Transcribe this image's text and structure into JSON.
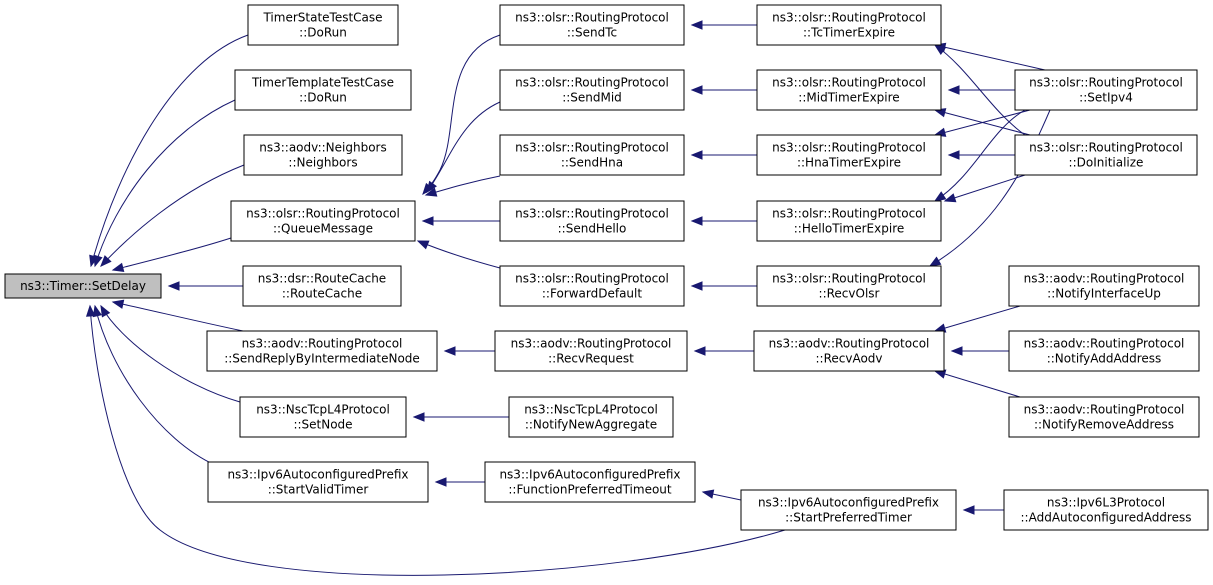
{
  "colors": {
    "edge": "#191970",
    "root_fill": "#bfbfbf",
    "node_fill": "#ffffff",
    "border": "#000000"
  },
  "nodes": {
    "setdelay": [
      "ns3::Timer::SetDelay"
    ],
    "timerstate": [
      "TimerStateTestCase",
      "::DoRun"
    ],
    "timertemplate": [
      "TimerTemplateTestCase",
      "::DoRun"
    ],
    "aodvneighbors": [
      "ns3::aodv::Neighbors",
      "::Neighbors"
    ],
    "olsrqueue": [
      "ns3::olsr::RoutingProtocol",
      "::QueueMessage"
    ],
    "dsrroutecache": [
      "ns3::dsr::RouteCache",
      "::RouteCache"
    ],
    "aodvsendreply": [
      "ns3::aodv::RoutingProtocol",
      "::SendReplyByIntermediateNode"
    ],
    "nscsetnode": [
      "ns3::NscTcpL4Protocol",
      "::SetNode"
    ],
    "ipv6startvalid": [
      "ns3::Ipv6AutoconfiguredPrefix",
      "::StartValidTimer"
    ],
    "olsrsendtc": [
      "ns3::olsr::RoutingProtocol",
      "::SendTc"
    ],
    "olsrsendmid": [
      "ns3::olsr::RoutingProtocol",
      "::SendMid"
    ],
    "olsrsendhna": [
      "ns3::olsr::RoutingProtocol",
      "::SendHna"
    ],
    "olsrsendhello": [
      "ns3::olsr::RoutingProtocol",
      "::SendHello"
    ],
    "olsrforward": [
      "ns3::olsr::RoutingProtocol",
      "::ForwardDefault"
    ],
    "aodvrecvrequest": [
      "ns3::aodv::RoutingProtocol",
      "::RecvRequest"
    ],
    "nscnotify": [
      "ns3::NscTcpL4Protocol",
      "::NotifyNewAggregate"
    ],
    "ipv6funcpref": [
      "ns3::Ipv6AutoconfiguredPrefix",
      "::FunctionPreferredTimeout"
    ],
    "olsrtctimer": [
      "ns3::olsr::RoutingProtocol",
      "::TcTimerExpire"
    ],
    "olsrmidtimer": [
      "ns3::olsr::RoutingProtocol",
      "::MidTimerExpire"
    ],
    "olsrhnatimer": [
      "ns3::olsr::RoutingProtocol",
      "::HnaTimerExpire"
    ],
    "olsrhellotimer": [
      "ns3::olsr::RoutingProtocol",
      "::HelloTimerExpire"
    ],
    "olsrrecv": [
      "ns3::olsr::RoutingProtocol",
      "::RecvOlsr"
    ],
    "aodvrecvaodv": [
      "ns3::aodv::RoutingProtocol",
      "::RecvAodv"
    ],
    "ipv6startpref": [
      "ns3::Ipv6AutoconfiguredPrefix",
      "::StartPreferredTimer"
    ],
    "olsrsetipv4": [
      "ns3::olsr::RoutingProtocol",
      "::SetIpv4"
    ],
    "olsrdoinit": [
      "ns3::olsr::RoutingProtocol",
      "::DoInitialize"
    ],
    "aodvnotifyup": [
      "ns3::aodv::RoutingProtocol",
      "::NotifyInterfaceUp"
    ],
    "aodvnotifyadd": [
      "ns3::aodv::RoutingProtocol",
      "::NotifyAddAddress"
    ],
    "aodvnotifyremove": [
      "ns3::aodv::RoutingProtocol",
      "::NotifyRemoveAddress"
    ],
    "ipv6l3add": [
      "ns3::Ipv6L3Protocol",
      "::AddAutoconfiguredAddress"
    ]
  },
  "edges": [
    [
      "timerstate",
      "setdelay"
    ],
    [
      "timertemplate",
      "setdelay"
    ],
    [
      "aodvneighbors",
      "setdelay"
    ],
    [
      "olsrqueue",
      "setdelay"
    ],
    [
      "dsrroutecache",
      "setdelay"
    ],
    [
      "aodvsendreply",
      "setdelay"
    ],
    [
      "nscsetnode",
      "setdelay"
    ],
    [
      "ipv6startvalid",
      "setdelay"
    ],
    [
      "ipv6startpref",
      "setdelay"
    ],
    [
      "olsrsendtc",
      "olsrqueue"
    ],
    [
      "olsrsendmid",
      "olsrqueue"
    ],
    [
      "olsrsendhna",
      "olsrqueue"
    ],
    [
      "olsrsendhello",
      "olsrqueue"
    ],
    [
      "olsrforward",
      "olsrqueue"
    ],
    [
      "aodvrecvrequest",
      "aodvsendreply"
    ],
    [
      "nscnotify",
      "nscsetnode"
    ],
    [
      "ipv6funcpref",
      "ipv6startvalid"
    ],
    [
      "olsrtctimer",
      "olsrsendtc"
    ],
    [
      "olsrmidtimer",
      "olsrsendmid"
    ],
    [
      "olsrhnatimer",
      "olsrsendhna"
    ],
    [
      "olsrhellotimer",
      "olsrsendhello"
    ],
    [
      "olsrrecv",
      "olsrforward"
    ],
    [
      "aodvrecvaodv",
      "aodvrecvrequest"
    ],
    [
      "ipv6startpref",
      "ipv6funcpref"
    ],
    [
      "olsrsetipv4",
      "olsrtctimer"
    ],
    [
      "olsrdoinit",
      "olsrtctimer"
    ],
    [
      "olsrsetipv4",
      "olsrmidtimer"
    ],
    [
      "olsrdoinit",
      "olsrmidtimer"
    ],
    [
      "olsrsetipv4",
      "olsrhnatimer"
    ],
    [
      "olsrdoinit",
      "olsrhnatimer"
    ],
    [
      "olsrsetipv4",
      "olsrhellotimer"
    ],
    [
      "olsrdoinit",
      "olsrhellotimer"
    ],
    [
      "olsrsetipv4",
      "olsrrecv"
    ],
    [
      "aodvnotifyup",
      "aodvrecvaodv"
    ],
    [
      "aodvnotifyadd",
      "aodvrecvaodv"
    ],
    [
      "aodvnotifyremove",
      "aodvrecvaodv"
    ],
    [
      "ipv6l3add",
      "ipv6startpref"
    ]
  ]
}
